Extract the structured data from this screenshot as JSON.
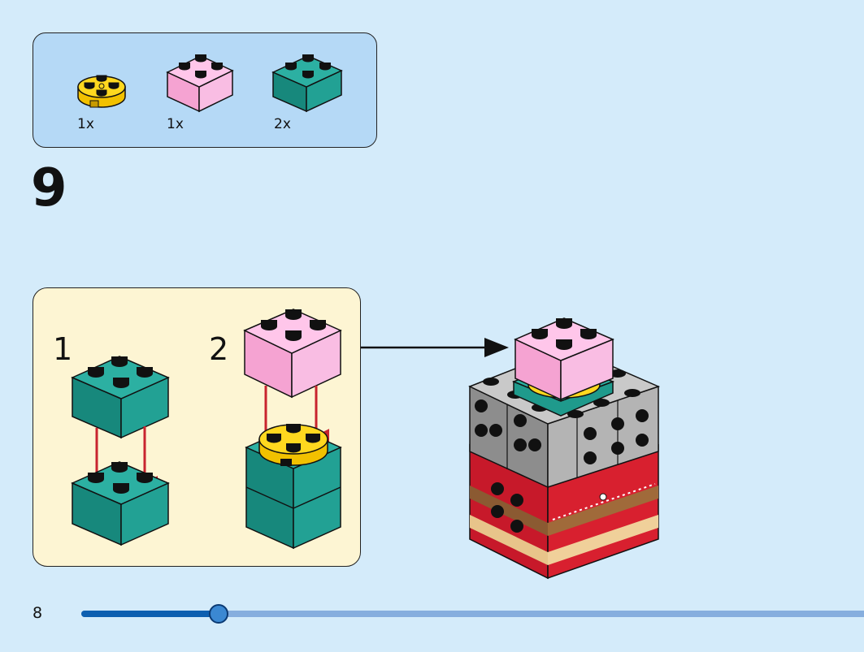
{
  "parts_list": {
    "items": [
      {
        "icon": "yellow-round-plate-icon",
        "color": "#ffd41a",
        "quantity": "1x"
      },
      {
        "icon": "pink-brick-2x2-icon",
        "color": "#f7aedb",
        "quantity": "1x"
      },
      {
        "icon": "teal-brick-2x2-icon",
        "color": "#1f9a8c",
        "quantity": "2x"
      }
    ]
  },
  "step": {
    "number": "9",
    "substeps": [
      {
        "number": "1"
      },
      {
        "number": "2"
      }
    ]
  },
  "colors": {
    "background": "#d4ebfa",
    "parts_box": "#b5d9f6",
    "substep_box": "#fdf5d3",
    "arrow": "#c8242e",
    "stud_black": "#111111"
  },
  "footer": {
    "page_number": "8",
    "progress": 0.175
  }
}
